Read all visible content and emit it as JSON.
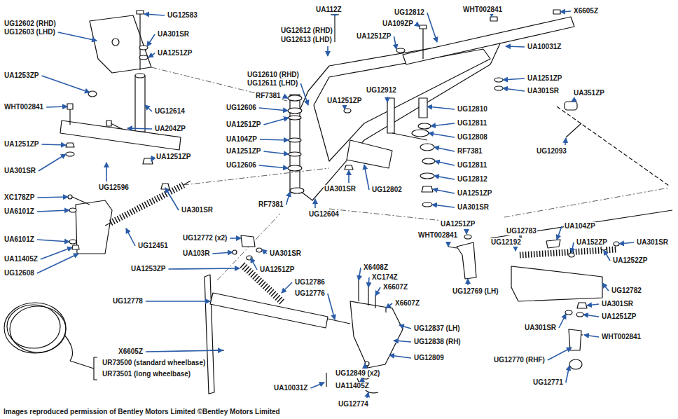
{
  "diagram": {
    "caption": "Images reproduced permission of Bentley Motors Limited ©Bentley Motors Limited",
    "labels": [
      "UG12602 (RHD)",
      "UG12603 (LHD)",
      "UG12583",
      "UA301SR",
      "UA1251ZP",
      "UA1253ZP",
      "WHT002841",
      "UG12614",
      "UA204ZP",
      "UA1251ZP",
      "UA301SR",
      "UG12596",
      "UA1251ZP",
      "UA301SR",
      "XC178ZP",
      "UA6101Z",
      "UA6101Z",
      "UA11405Z",
      "UG12608",
      "UG12451",
      "UG12772 (x2)",
      "UA103R",
      "UA301SR",
      "UA1253ZP",
      "UA1251ZP",
      "UG12778",
      "UG12786",
      "UG12776",
      "X6408Z",
      "XC174Z",
      "X6607Z",
      "X6607Z",
      "UG12837 (LH)",
      "UG12838 (RH)",
      "UG12809",
      "UG12849 (x2)",
      "UA11405Z",
      "UG12774",
      "UA10031Z",
      "X6605Z",
      "UR73500 (standard wheelbase)",
      "UR73501 (long wheelbase)",
      "UG12604",
      "RF7381",
      "UA301SR",
      "UG12606",
      "UA1251ZP",
      "UA104ZP",
      "UA1251ZP",
      "UG12606",
      "RF7381",
      "UG12610 (RHD)",
      "UG12611 (LHD)",
      "UG12612 (RHD)",
      "UG12613 (LHD)",
      "UA112Z",
      "UA1251ZP",
      "UG12912",
      "UA1251ZP",
      "UA109ZP",
      "UG12812",
      "WHT002841",
      "X6605Z",
      "UA10031Z",
      "UA1251ZP",
      "UA301SR",
      "UA351ZP",
      "UG12093",
      "UG12810",
      "UG12811",
      "UG12808",
      "RF7381",
      "UG12811",
      "UG12812",
      "UA1251ZP",
      "UA301SR",
      "UG12802",
      "UA1251ZP",
      "WHT002841",
      "UG12769 (LH)",
      "UG12783",
      "UA104ZP",
      "UG12192",
      "UA152ZP",
      "UA301SR",
      "UA1252ZP",
      "UG12782",
      "UA301SR",
      "UA1251ZP",
      "UA301SR",
      "WHT002841",
      "UG12770 (RHF)",
      "UG12771"
    ]
  }
}
